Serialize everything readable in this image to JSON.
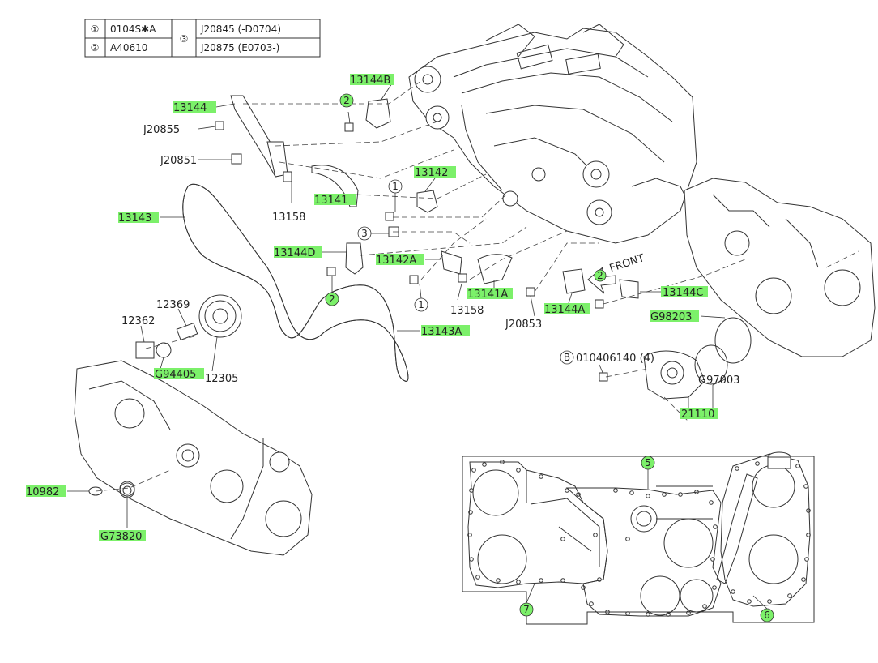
{
  "legend": {
    "rows": [
      {
        "num": "①",
        "part": "0104S✱A"
      },
      {
        "num": "②",
        "part": "A40610"
      }
    ],
    "shared_num": "③",
    "shared_parts": [
      "J20845 (-D0704)",
      "J20875 (E0703-)"
    ]
  },
  "labels": {
    "p13144B": "13144B",
    "p13144": "13144",
    "j20855": "J20855",
    "j20851": "J20851",
    "p13142": "13142",
    "p13141": "13141",
    "p13158a": "13158",
    "p13143": "13143",
    "p13144D": "13144D",
    "p13142A": "13142A",
    "p13141A": "13141A",
    "p13158b": "13158",
    "p13144A": "13144A",
    "j20853": "J20853",
    "p13144C": "13144C",
    "g98203": "G98203",
    "b_ref": "010406140 (4)",
    "g97003": "G97003",
    "p21110": "21110",
    "p12369": "12369",
    "p12362": "12362",
    "p12305": "12305",
    "g94405": "G94405",
    "p13143A": "13143A",
    "p10982": "10982",
    "g73820": "G73820",
    "front": "FRONT"
  },
  "callouts": {
    "c1": "1",
    "c2": "2",
    "c3": "3",
    "c5": "5",
    "c6": "6",
    "c7": "7",
    "b": "B"
  },
  "colors": {
    "highlight": "#7cf06a",
    "line": "#333333"
  }
}
